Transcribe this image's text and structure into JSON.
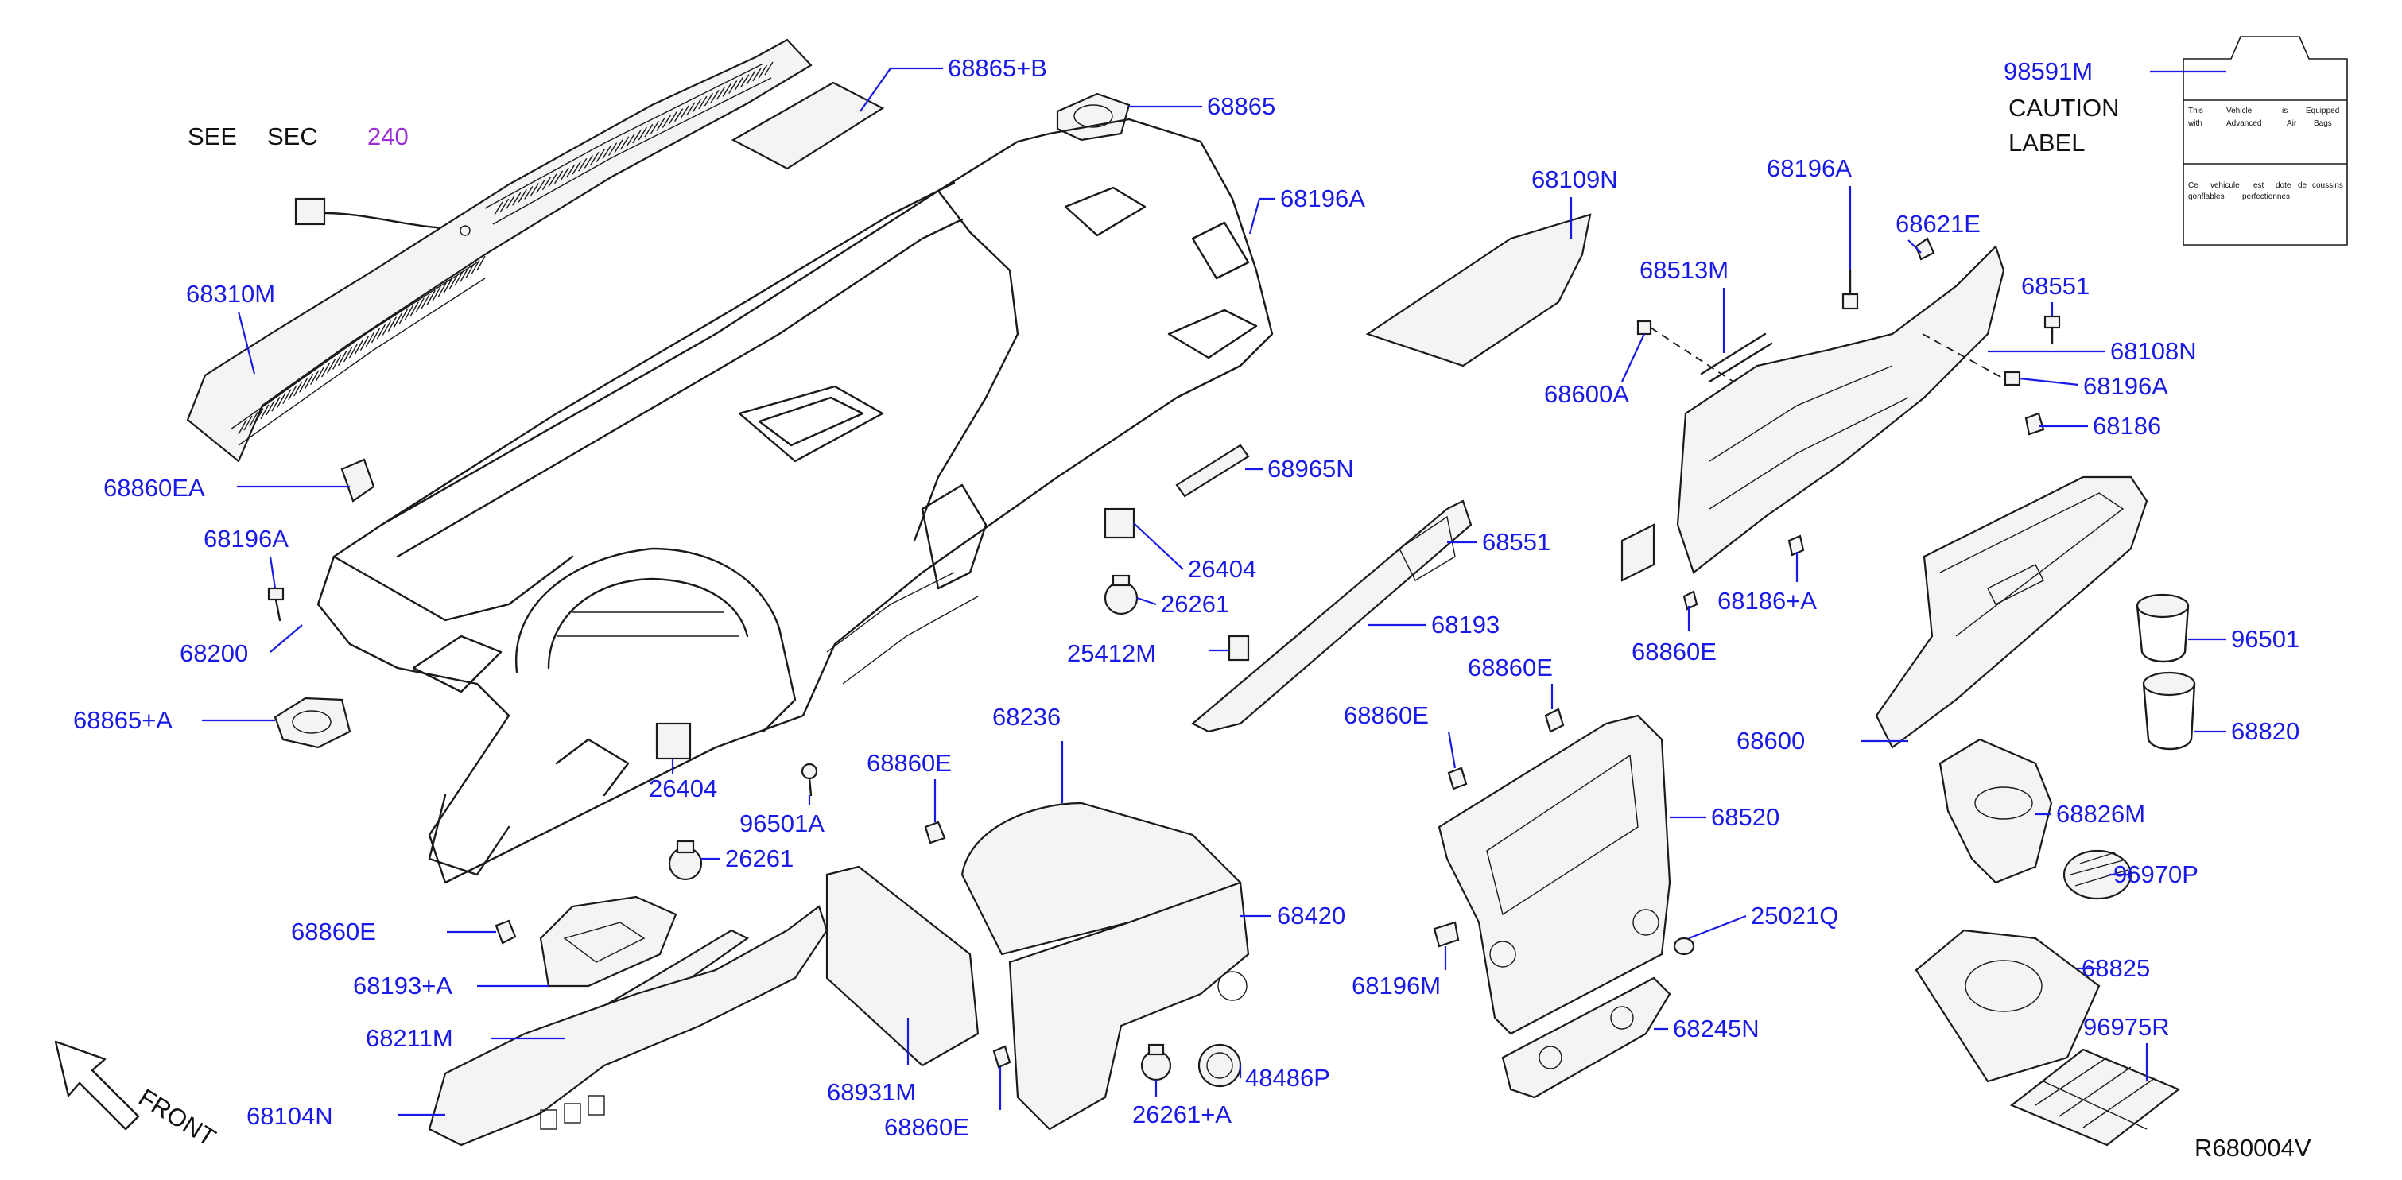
{
  "diagram": {
    "see_sec": {
      "word1": "SEE",
      "word2": "SEC",
      "number": "240"
    },
    "caution_label": {
      "line1": "CAUTION",
      "line2": "LABEL"
    },
    "label_sticker": {
      "row1": [
        "This",
        "Vehicle",
        "is",
        "Equipped"
      ],
      "row2": [
        "with",
        "Advanced",
        "Air",
        "Bags"
      ],
      "row3": [
        "Ce",
        "vehicule",
        "est",
        "dote",
        "de",
        "coussins"
      ],
      "row4": [
        "gonflables",
        "perfectionnes"
      ]
    },
    "front_arrow": "FRONT",
    "figure_code": "R680004V",
    "parts": [
      {
        "id": "p68865b",
        "text": "68865+B"
      },
      {
        "id": "p68865",
        "text": "68865"
      },
      {
        "id": "p68196a_1",
        "text": "68196A"
      },
      {
        "id": "p68310m",
        "text": "68310M"
      },
      {
        "id": "p68860ea",
        "text": "68860EA"
      },
      {
        "id": "p68196a_2",
        "text": "68196A"
      },
      {
        "id": "p68200",
        "text": "68200"
      },
      {
        "id": "p68865a",
        "text": "68865+A"
      },
      {
        "id": "p26404_1",
        "text": "26404"
      },
      {
        "id": "p96501a",
        "text": "96501A"
      },
      {
        "id": "p26261_1",
        "text": "26261"
      },
      {
        "id": "p68860e_1",
        "text": "68860E"
      },
      {
        "id": "p68193a",
        "text": "68193+A"
      },
      {
        "id": "p68211m",
        "text": "68211M"
      },
      {
        "id": "p68104n",
        "text": "68104N"
      },
      {
        "id": "p68931m",
        "text": "68931M"
      },
      {
        "id": "p68860e_2",
        "text": "68860E"
      },
      {
        "id": "p68860e_3",
        "text": "68860E"
      },
      {
        "id": "p68236",
        "text": "68236"
      },
      {
        "id": "p68420",
        "text": "68420"
      },
      {
        "id": "p26261a",
        "text": "26261+A"
      },
      {
        "id": "p48486p",
        "text": "48486P"
      },
      {
        "id": "p68965n",
        "text": "68965N"
      },
      {
        "id": "p26404_2",
        "text": "26404"
      },
      {
        "id": "p26261_2",
        "text": "26261"
      },
      {
        "id": "p25412m",
        "text": "25412M"
      },
      {
        "id": "p68193",
        "text": "68193"
      },
      {
        "id": "p68551_1",
        "text": "68551"
      },
      {
        "id": "p68109n",
        "text": "68109N"
      },
      {
        "id": "p68600a",
        "text": "68600A"
      },
      {
        "id": "p68513m",
        "text": "68513M"
      },
      {
        "id": "p68196a_3",
        "text": "68196A"
      },
      {
        "id": "p68621e",
        "text": "68621E"
      },
      {
        "id": "p68551_2",
        "text": "68551"
      },
      {
        "id": "p68108n",
        "text": "68108N"
      },
      {
        "id": "p68196a_4",
        "text": "68196A"
      },
      {
        "id": "p68186",
        "text": "68186"
      },
      {
        "id": "p68186a",
        "text": "68186+A"
      },
      {
        "id": "p68860e_4",
        "text": "68860E"
      },
      {
        "id": "p68860e_5",
        "text": "68860E"
      },
      {
        "id": "p68860e_6",
        "text": "68860E"
      },
      {
        "id": "p68520",
        "text": "68520"
      },
      {
        "id": "p25021q",
        "text": "25021Q"
      },
      {
        "id": "p68196m",
        "text": "68196M"
      },
      {
        "id": "p68245n",
        "text": "68245N"
      },
      {
        "id": "p68600",
        "text": "68600"
      },
      {
        "id": "p96501",
        "text": "96501"
      },
      {
        "id": "p68820",
        "text": "68820"
      },
      {
        "id": "p68826m",
        "text": "68826M"
      },
      {
        "id": "p96970p",
        "text": "96970P"
      },
      {
        "id": "p68825",
        "text": "68825"
      },
      {
        "id": "p96975r",
        "text": "96975R"
      },
      {
        "id": "p98591m",
        "text": "98591M"
      }
    ]
  }
}
